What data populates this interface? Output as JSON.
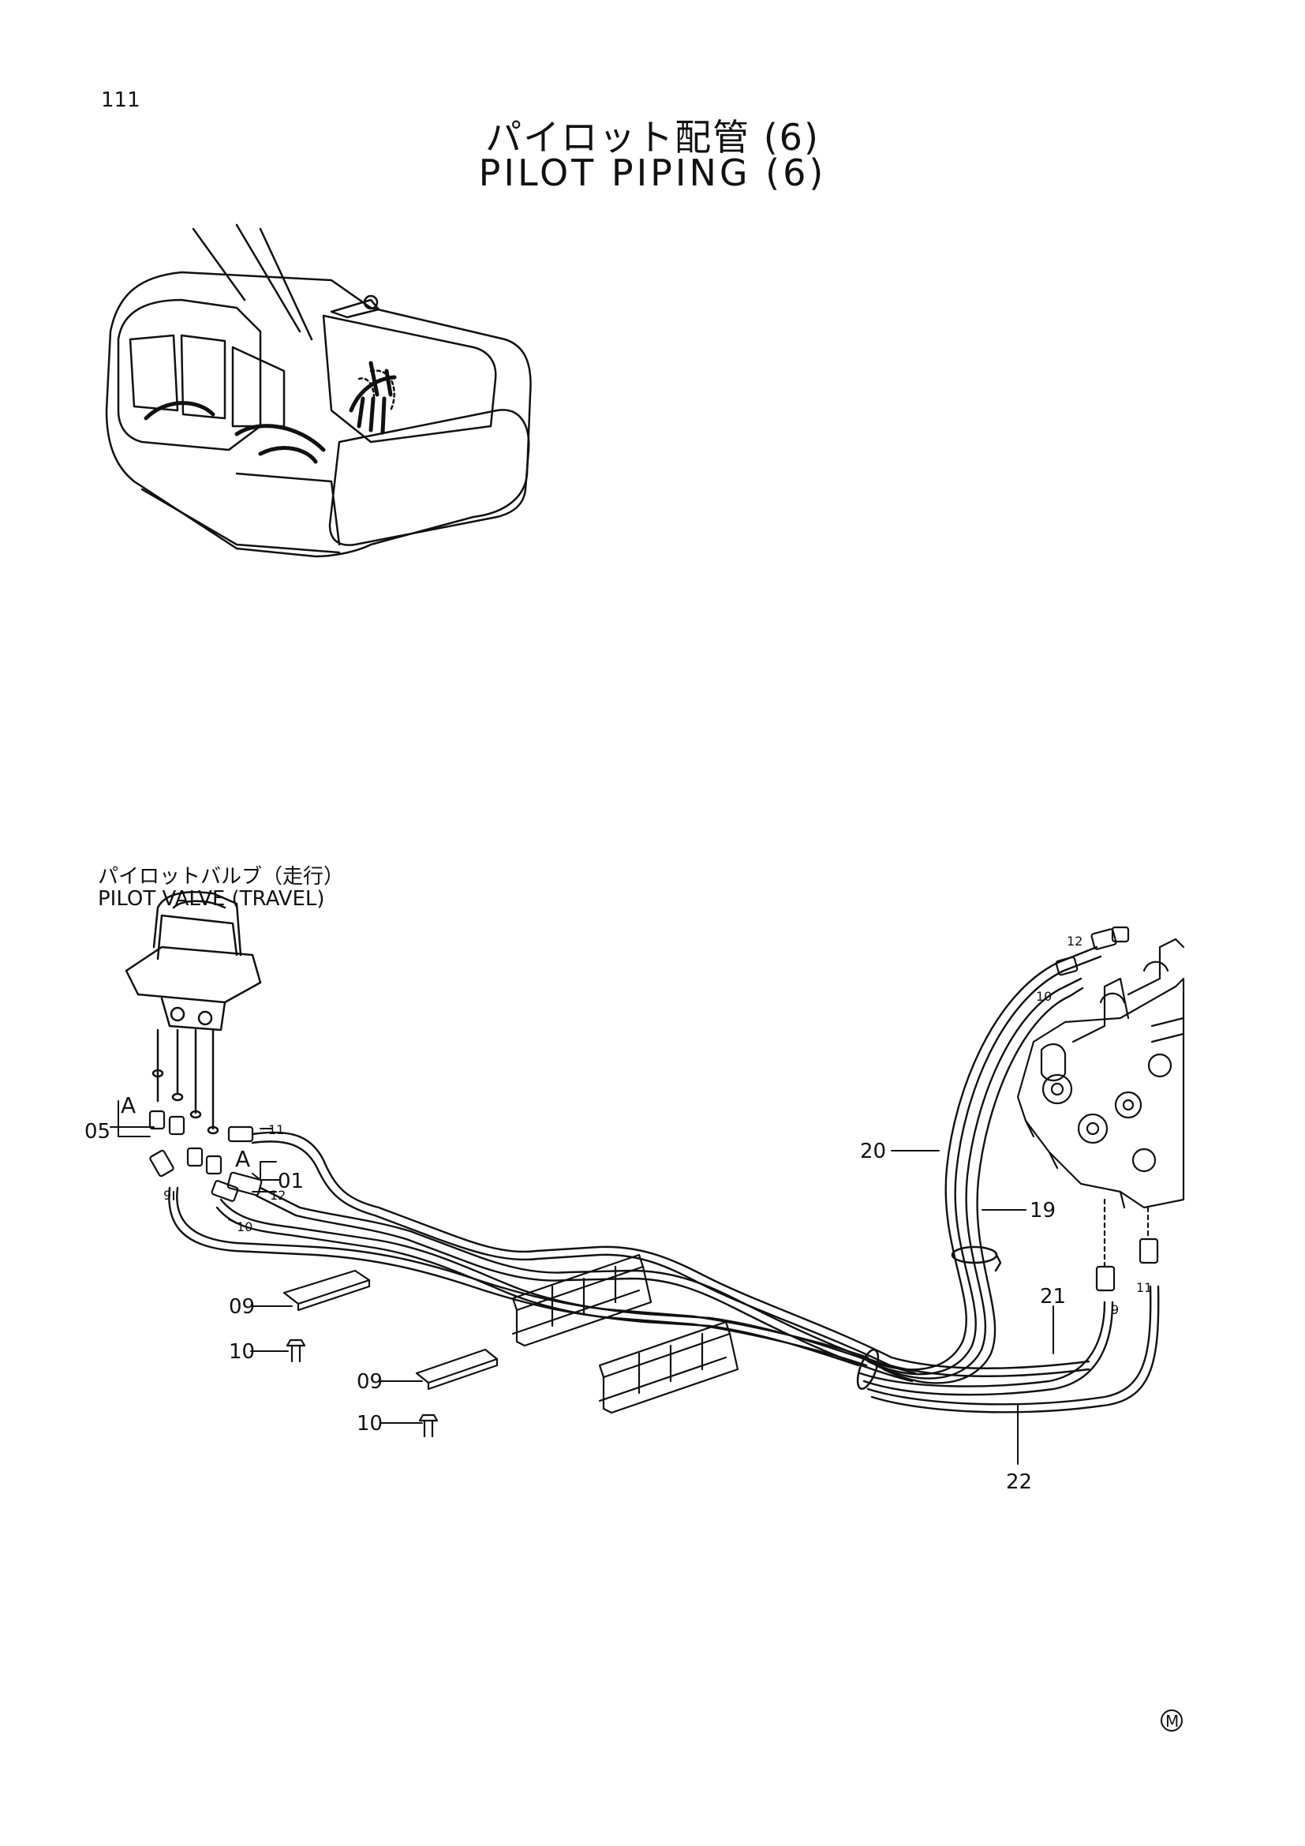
{
  "page": {
    "number": "111"
  },
  "title": {
    "japanese": "パイロット配管 (6)",
    "english": "PILOT PIPING (6)"
  },
  "section": {
    "japanese": "パイロットバルブ（走行）",
    "english": "PILOT VALVE (TRAVEL)"
  },
  "labels": {
    "part_05": "05",
    "part_01": "01",
    "part_09_a": "09",
    "part_10_a": "10",
    "part_09_b": "09",
    "part_10_b": "10",
    "part_19": "19",
    "part_20": "20",
    "part_21": "21",
    "part_22": "22",
    "view_a_1": "A",
    "view_a_2": "A",
    "hose_11_left": "11",
    "hose_12_left": "12",
    "hose_9_left": "9",
    "hose_10_left": "10",
    "hose_12_right": "12",
    "hose_10_right": "10",
    "hose_9_right": "9",
    "hose_11_right": "11",
    "mark": "M"
  }
}
